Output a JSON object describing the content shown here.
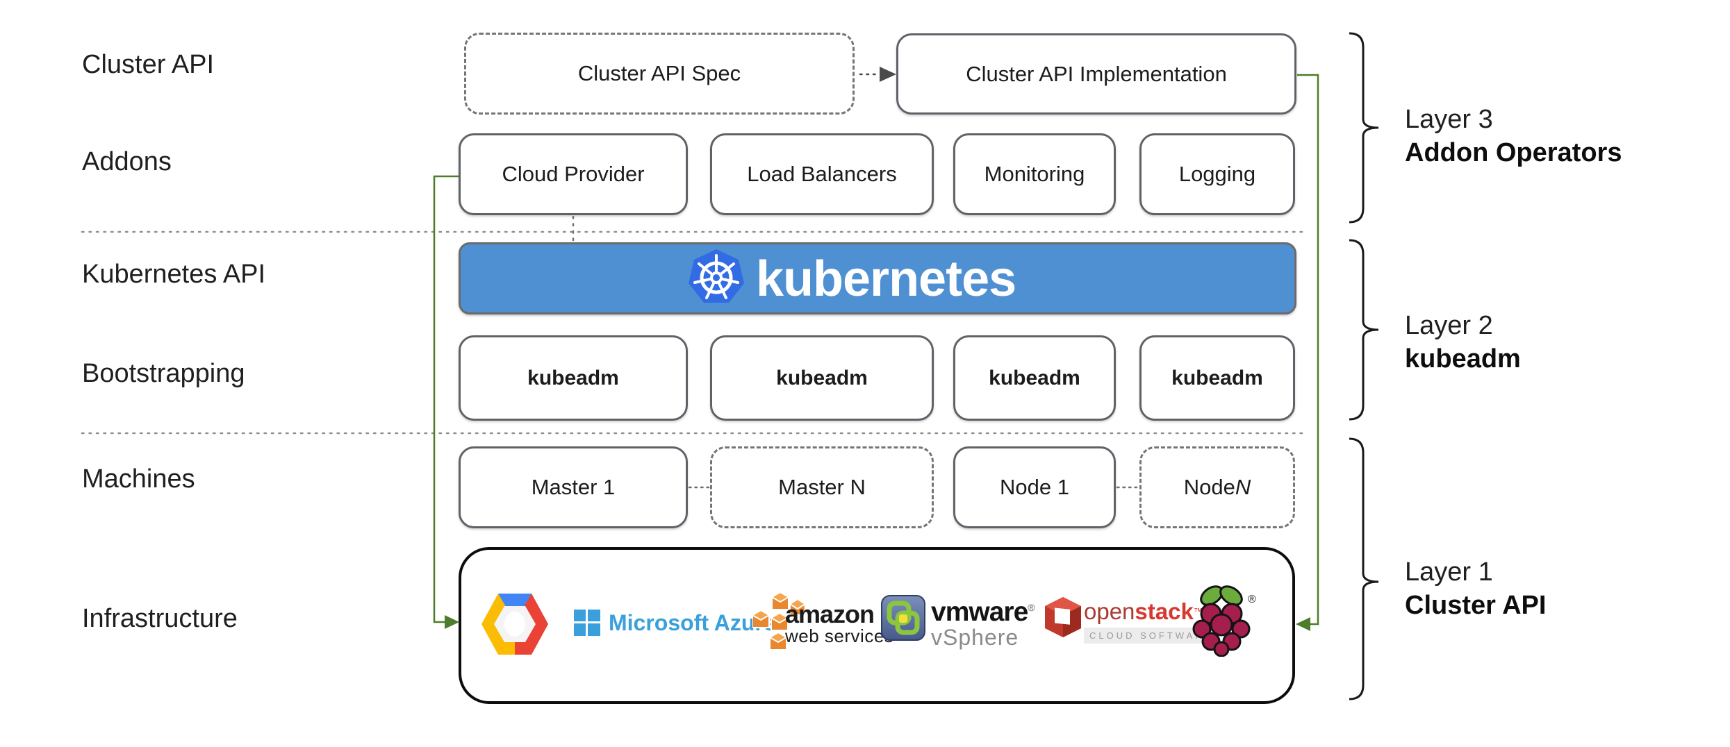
{
  "diagram": {
    "left_labels": [
      "Cluster API",
      "Addons",
      "Kubernetes API",
      "Bootstrapping",
      "Machines",
      "Infrastructure"
    ],
    "cluster_api_row": {
      "spec": "Cluster API Spec",
      "implementation": "Cluster API Implementation"
    },
    "addons_row": [
      "Cloud Provider",
      "Load Balancers",
      "Monitoring",
      "Logging"
    ],
    "kubernetes_row": {
      "wordmark": "kubernetes"
    },
    "bootstrapping_row": [
      "kubeadm",
      "kubeadm",
      "kubeadm",
      "kubeadm"
    ],
    "machines_row": {
      "master1": "Master 1",
      "masterN": "Master N",
      "node1": "Node 1",
      "nodeN_prefix": "Node ",
      "nodeN_n": "N"
    },
    "layers": [
      {
        "layer": "Layer 3",
        "name": "Addon Operators"
      },
      {
        "layer": "Layer 2",
        "name": "kubeadm"
      },
      {
        "layer": "Layer 1",
        "name": "Cluster API"
      }
    ],
    "providers": {
      "azure": {
        "label": "Microsoft Azure"
      },
      "aws": {
        "label": "amazon",
        "sublabel": "web services"
      },
      "vmware": {
        "label": "vmware",
        "mark": "®",
        "sublabel": "vSphere"
      },
      "openstack": {
        "label_open": "open",
        "label_stack": "stack",
        "mark": "™",
        "sublabel": "CLOUD SOFTWARE"
      },
      "raspberry_pi": {
        "mark": "®"
      }
    },
    "colors": {
      "banner_blue": "#4e90d2",
      "k8s_logo_blue": "#326ce5",
      "green_connector": "#4b7d2a",
      "box_border_gray": "#5f6368",
      "dashed_gray": "#757575",
      "azure_blue": "#3aa0dc",
      "aws_orange": "#e9872f",
      "openstack_red": "#d6392f",
      "gcp_blue": "#4285f4",
      "gcp_red": "#ea4335",
      "gcp_yellow": "#fbbc05",
      "rpi_berry": "#a61e4d",
      "rpi_leaf": "#6cac3d",
      "vmware_slate": "#5a6f9e",
      "vmware_green": "#8cc640",
      "vmware_yellow": "#f0e13b"
    }
  }
}
